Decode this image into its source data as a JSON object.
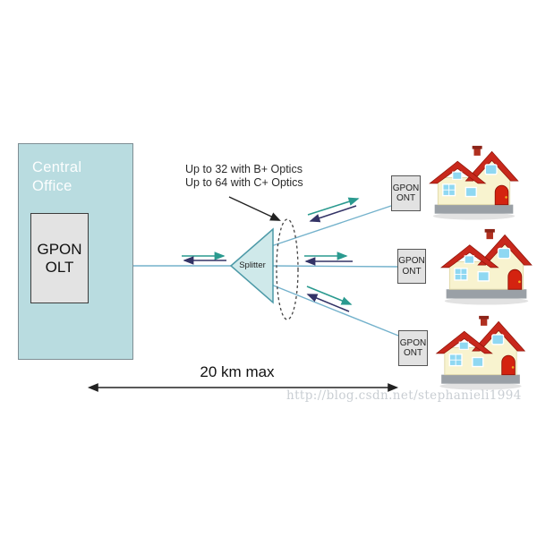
{
  "central_office": {
    "line1": "Central",
    "line2": "Office"
  },
  "olt": {
    "line1": "GPON",
    "line2": "OLT"
  },
  "splitter": {
    "label": "Splitter"
  },
  "optics_note": {
    "line1": "Up to 32 with B+ Optics",
    "line2": "Up to 64 with C+ Optics"
  },
  "onts": [
    {
      "line1": "GPON",
      "line2": "ONT"
    },
    {
      "line1": "GPON",
      "line2": "ONT"
    },
    {
      "line1": "GPON",
      "line2": "ONT"
    }
  ],
  "distance": {
    "label": "20 km max"
  },
  "watermark": {
    "text": "http://blog.csdn.net/stephanieli1994"
  },
  "colors": {
    "office_fill": "#b9dce0",
    "office_border": "#7e8e94",
    "equipment_box_fill": "#e3e3e3",
    "equipment_box_border": "#3c3c3c",
    "splitter_fill": "#cfe9ea",
    "splitter_border": "#4d9aa8",
    "fiber_line": "#74b2cc",
    "downstream_arrow_teal": "#2a9a8f",
    "upstream_arrow_navy": "#333366",
    "annotation_black": "#222222",
    "watermark_gray": "#c9ced3",
    "house_roof_red": "#c8281c",
    "house_wall_cream": "#f8f3cf",
    "house_base_gray": "#9aa0a6",
    "house_window_blue": "#8fd8f2",
    "house_door_red": "#d42310"
  }
}
